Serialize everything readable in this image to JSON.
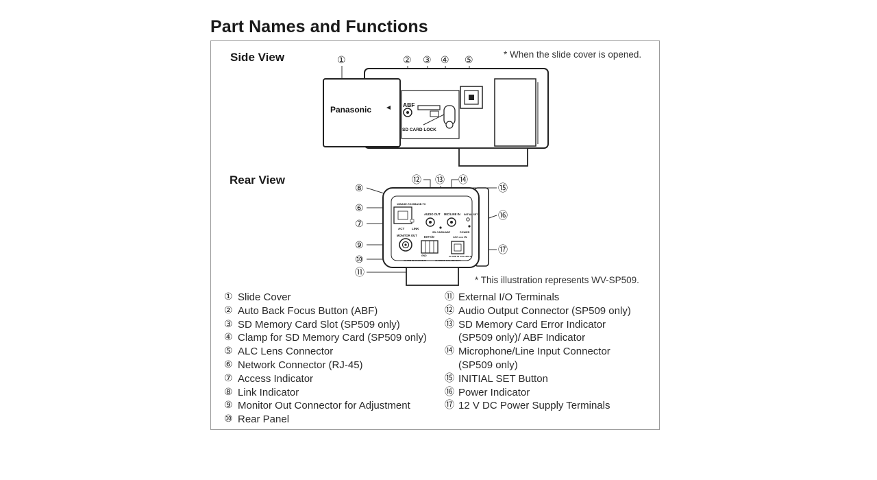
{
  "title": "Part Names and Functions",
  "side_view": {
    "heading": "Side View",
    "note": "* When the slide cover is opened.",
    "brand": "Panasonic",
    "abf_label": "ABF",
    "sd_lock_label": "SD CARD LOCK",
    "callouts": [
      "①",
      "②",
      "③",
      "④",
      "⑤"
    ]
  },
  "rear_view": {
    "heading": "Rear View",
    "note": "* This illustration represents WV-SP509.",
    "callouts": [
      "⑧",
      "⑥",
      "⑦",
      "⑨",
      "⑩",
      "⑪",
      "⑫",
      "⑬",
      "⑭",
      "⑮",
      "⑯",
      "⑰"
    ],
    "panel_labels": {
      "network": "10BASE-T/100BASE-TX",
      "act": "ACT",
      "link": "LINK",
      "audio_out": "AUDIO OUT",
      "mic_line_in": "MIC/LINE IN",
      "initial_set": "INITIAL SET",
      "sd_card_abf": "SD CARD/ABF",
      "power": "POWER",
      "monitor_out": "MONITOR OUT",
      "ext_io": "EXT I/O",
      "dc_12v": "12V === IN",
      "gnd": "GND",
      "alarm_in2": "ALARM IN 2/AUX OUT",
      "alarm_in1": "ALARM IN 1/ALARM OUT",
      "alarm_in3": "ALARM IN 3/ALARM IN"
    }
  },
  "legend": {
    "left": [
      {
        "num": "①",
        "label": "Slide Cover"
      },
      {
        "num": "②",
        "label": "Auto Back Focus Button (ABF)"
      },
      {
        "num": "③",
        "label": "SD Memory Card Slot (SP509 only)"
      },
      {
        "num": "④",
        "label": "Clamp for SD Memory Card (SP509 only)"
      },
      {
        "num": "⑤",
        "label": "ALC Lens Connector"
      },
      {
        "num": "⑥",
        "label": "Network Connector (RJ-45)"
      },
      {
        "num": "⑦",
        "label": "Access Indicator"
      },
      {
        "num": "⑧",
        "label": "Link Indicator"
      },
      {
        "num": "⑨",
        "label": "Monitor Out Connector for Adjustment"
      },
      {
        "num": "⑩",
        "label": "Rear Panel"
      }
    ],
    "right": [
      {
        "num": "⑪",
        "label": "External I/O Terminals"
      },
      {
        "num": "⑫",
        "label": "Audio Output Connector (SP509 only)"
      },
      {
        "num": "⑬",
        "label": "SD Memory Card Error Indicator\n(SP509 only)/ ABF Indicator"
      },
      {
        "num": "⑭",
        "label": "Microphone/Line Input Connector\n(SP509 only)"
      },
      {
        "num": "⑮",
        "label": "INITIAL SET Button"
      },
      {
        "num": "⑯",
        "label": "Power Indicator"
      },
      {
        "num": "⑰",
        "label": "12 V DC Power Supply Terminals"
      }
    ]
  }
}
